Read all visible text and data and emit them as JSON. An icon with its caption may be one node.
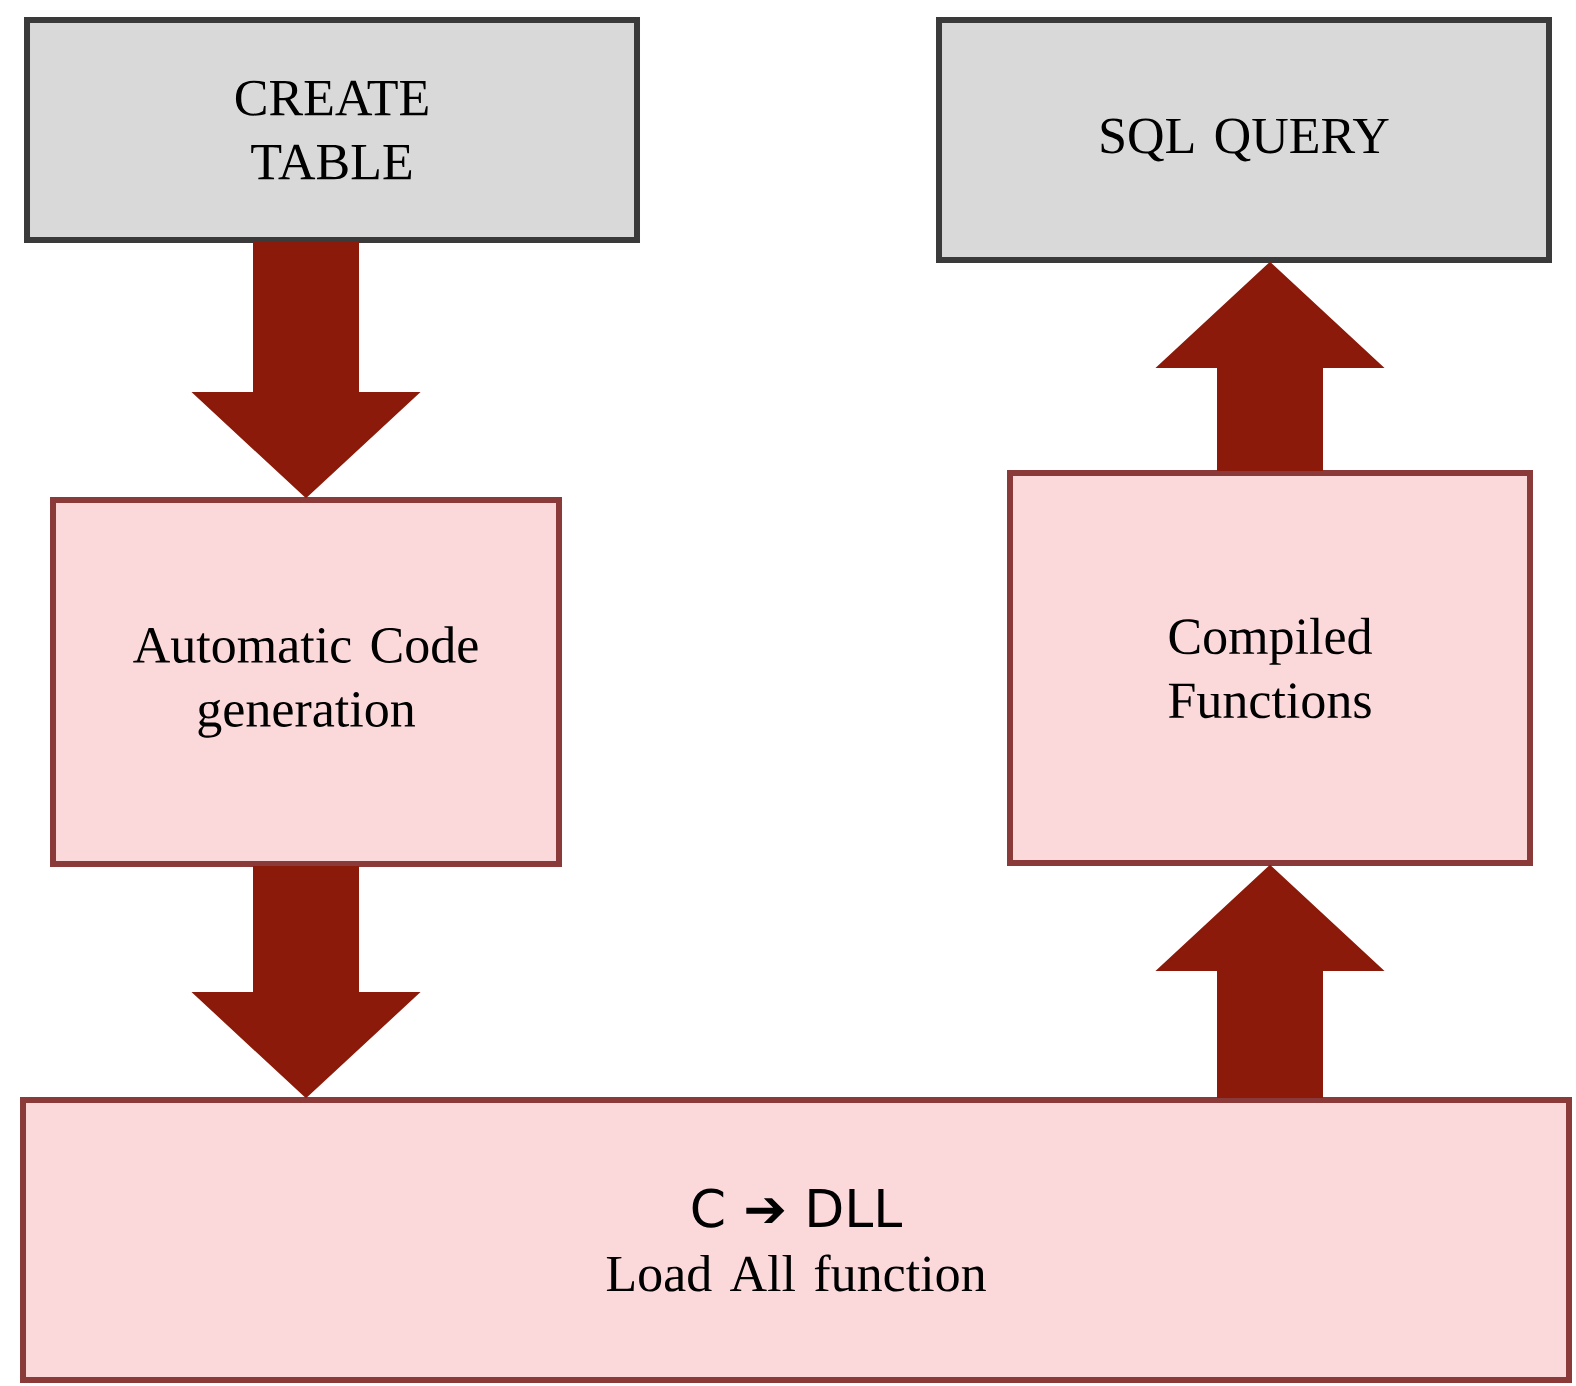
{
  "diagram": {
    "nodes": [
      {
        "text": [
          "CREATE TABLE"
        ]
      },
      {
        "text": [
          "SQL QUERY"
        ]
      },
      {
        "text": [
          "Automatic Code generation"
        ]
      },
      {
        "text": [
          "Compiled Functions"
        ]
      },
      {
        "text": [
          "C ➔ DLL",
          "Load All function"
        ]
      }
    ],
    "edges": [
      {
        "from": 0,
        "to": 2,
        "arrow": "to"
      },
      {
        "from": 2,
        "to": 4,
        "arrow": "to"
      },
      {
        "from": 4,
        "to": 3,
        "arrow": "to"
      },
      {
        "from": 3,
        "to": 1,
        "arrow": "to"
      }
    ]
  }
}
